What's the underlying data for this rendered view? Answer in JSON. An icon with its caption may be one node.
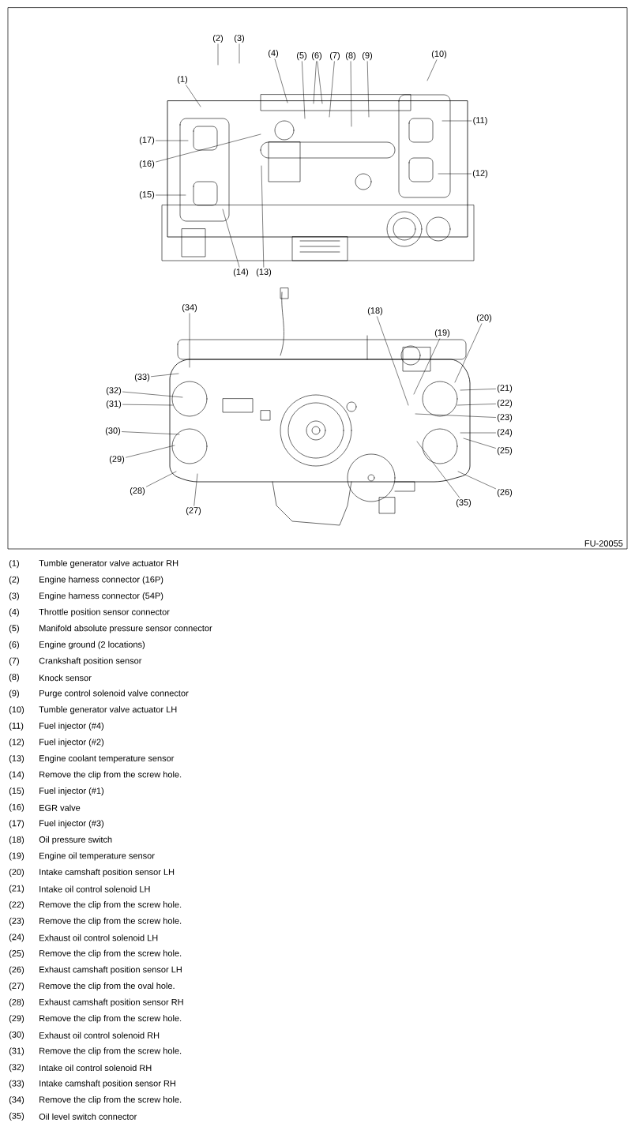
{
  "diagram": {
    "nodes": [
      {
        "text": [
          "(1)"
        ]
      },
      {
        "text": [
          "(2)"
        ]
      },
      {
        "text": [
          "(3)"
        ]
      },
      {
        "text": [
          "(4)"
        ]
      },
      {
        "text": [
          "(5)"
        ]
      },
      {
        "text": [
          "(6)"
        ]
      },
      {
        "text": [
          "(7)"
        ]
      },
      {
        "text": [
          "(8)"
        ]
      },
      {
        "text": [
          "(9)"
        ]
      },
      {
        "text": [
          "(10)"
        ]
      },
      {
        "text": [
          "(11)"
        ]
      },
      {
        "text": [
          "(12)"
        ]
      },
      {
        "text": [
          "(13)"
        ]
      },
      {
        "text": [
          "(14)"
        ]
      },
      {
        "text": [
          "(15)"
        ]
      },
      {
        "text": [
          "(16)"
        ]
      },
      {
        "text": [
          "(17)"
        ]
      },
      {
        "text": [
          "(18)"
        ]
      },
      {
        "text": [
          "(19)"
        ]
      },
      {
        "text": [
          "(20)"
        ]
      },
      {
        "text": [
          "(21)"
        ]
      },
      {
        "text": [
          "(22)"
        ]
      },
      {
        "text": [
          "(23)"
        ]
      },
      {
        "text": [
          "(24)"
        ]
      },
      {
        "text": [
          "(25)"
        ]
      },
      {
        "text": [
          "(26)"
        ]
      },
      {
        "text": [
          "(27)"
        ]
      },
      {
        "text": [
          "(28)"
        ]
      },
      {
        "text": [
          "(29)"
        ]
      },
      {
        "text": [
          "(30)"
        ]
      },
      {
        "text": [
          "(31)"
        ]
      },
      {
        "text": [
          "(32)"
        ]
      },
      {
        "text": [
          "(33)"
        ]
      },
      {
        "text": [
          "(34)"
        ]
      },
      {
        "text": [
          "(35)"
        ]
      }
    ],
    "edges": [
      {
        "from": 0,
        "to": null,
        "arrow": "none"
      },
      {
        "from": 1,
        "to": null,
        "arrow": "none"
      },
      {
        "from": 2,
        "to": null,
        "arrow": "none"
      },
      {
        "from": 3,
        "to": null,
        "arrow": "none"
      },
      {
        "from": 4,
        "to": null,
        "arrow": "none"
      },
      {
        "from": 5,
        "to": null,
        "arrow": "none"
      },
      {
        "from": 5,
        "to": null,
        "arrow": "none"
      },
      {
        "from": 6,
        "to": null,
        "arrow": "none"
      },
      {
        "from": 7,
        "to": null,
        "arrow": "none"
      },
      {
        "from": 8,
        "to": null,
        "arrow": "none"
      },
      {
        "from": 9,
        "to": null,
        "arrow": "none"
      },
      {
        "from": 10,
        "to": null,
        "arrow": "none"
      },
      {
        "from": 11,
        "to": null,
        "arrow": "none"
      },
      {
        "from": 12,
        "to": null,
        "arrow": "none"
      },
      {
        "from": 13,
        "to": null,
        "arrow": "none"
      },
      {
        "from": 14,
        "to": null,
        "arrow": "none"
      },
      {
        "from": 15,
        "to": null,
        "arrow": "none"
      },
      {
        "from": 16,
        "to": null,
        "arrow": "none"
      },
      {
        "from": 17,
        "to": null,
        "arrow": "none"
      },
      {
        "from": 18,
        "to": null,
        "arrow": "none"
      },
      {
        "from": 19,
        "to": null,
        "arrow": "none"
      },
      {
        "from": 20,
        "to": null,
        "arrow": "none"
      },
      {
        "from": 21,
        "to": null,
        "arrow": "none"
      },
      {
        "from": 22,
        "to": null,
        "arrow": "none"
      },
      {
        "from": 23,
        "to": null,
        "arrow": "none"
      },
      {
        "from": 24,
        "to": null,
        "arrow": "none"
      },
      {
        "from": 25,
        "to": null,
        "arrow": "none"
      },
      {
        "from": 26,
        "to": null,
        "arrow": "none"
      },
      {
        "from": 27,
        "to": null,
        "arrow": "none"
      },
      {
        "from": 28,
        "to": null,
        "arrow": "none"
      },
      {
        "from": 29,
        "to": null,
        "arrow": "none"
      },
      {
        "from": 30,
        "to": null,
        "arrow": "none"
      },
      {
        "from": 31,
        "to": null,
        "arrow": "none"
      },
      {
        "from": 32,
        "to": null,
        "arrow": "none"
      },
      {
        "from": 33,
        "to": null,
        "arrow": "none"
      },
      {
        "from": 34,
        "to": null,
        "arrow": "none"
      }
    ],
    "labels": [
      "FU-20055",
      "(1)",
      "Tumble generator valve actuator RH",
      "(2)",
      "Engine harness connector (16P)",
      "(3)",
      "Engine harness connector (54P)",
      "(4)",
      "Throttle position sensor connector",
      "(5)",
      "Manifold absolute pressure sensor connector",
      "(6)",
      "Engine ground (2 locations)",
      "(7)",
      "Crankshaft position sensor",
      "(8)",
      "Knock sensor",
      "(9)",
      "Purge control solenoid valve connector",
      "(10)",
      "Tumble generator valve actuator LH",
      "(11)",
      "Fuel injector (#4)",
      "(12)",
      "Fuel injector (#2)",
      "(13)",
      "Engine coolant temperature sensor",
      "(14)",
      "Remove the clip from the screw hole.",
      "(15)",
      "Fuel injector (#1)",
      "(16)",
      "EGR valve",
      "(17)",
      "Fuel injector (#3)",
      "(18)",
      "Oil pressure switch",
      "(19)",
      "Engine oil temperature sensor",
      "(20)",
      "Intake camshaft position sensor LH",
      "(21)",
      "Intake oil control solenoid LH",
      "(22)",
      "Remove the clip from the screw hole.",
      "(23)",
      "Remove the clip from the screw hole.",
      "(24)",
      "Exhaust oil control solenoid LH",
      "(25)",
      "Remove the clip from the screw hole.",
      "(26)",
      "Exhaust camshaft position sensor LH",
      "(27)",
      "Remove the clip from the oval hole.",
      "(28)",
      "Exhaust camshaft position sensor RH",
      "(29)",
      "Remove the clip from the screw hole.",
      "(30)",
      "Exhaust oil control solenoid RH",
      "(31)",
      "Remove the clip from the screw hole.",
      "(32)",
      "Intake oil control solenoid RH",
      "(33)",
      "Intake camshaft position sensor RH",
      "(34)",
      "Remove the clip from the screw hole.",
      "(35)",
      "Oil level switch connector"
    ]
  }
}
